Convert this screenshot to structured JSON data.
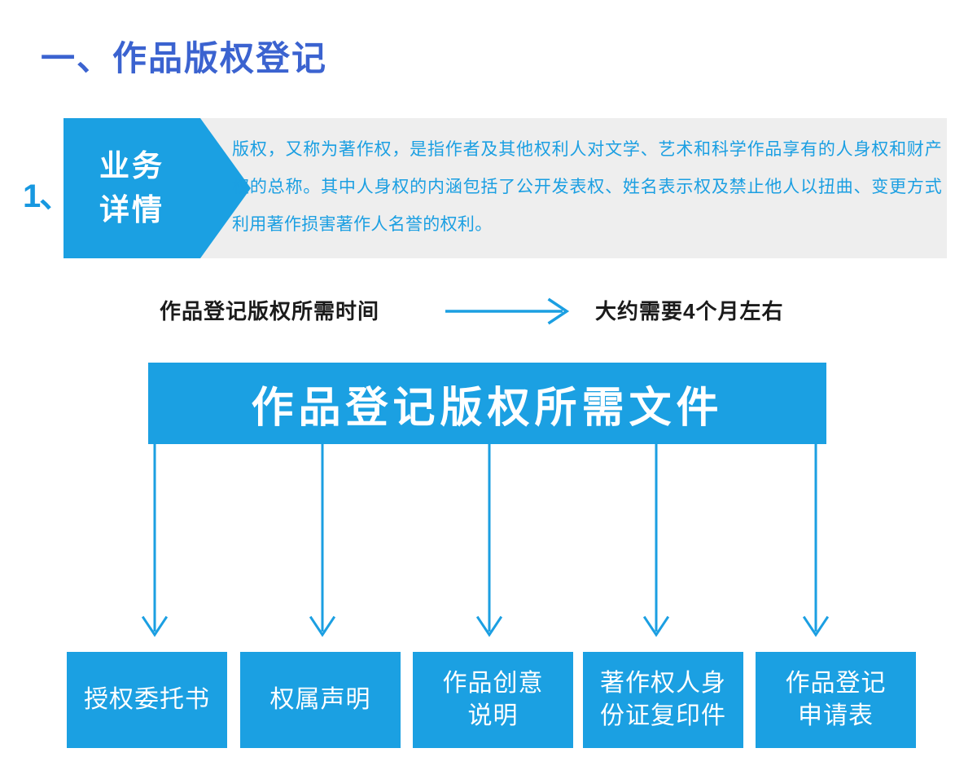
{
  "page": {
    "background_color": "#ffffff",
    "accent_blue": "#1ba0e2",
    "title_blue": "#3b63d0",
    "panel_gray": "#eeeeee"
  },
  "section": {
    "title": "一、作品版权登记"
  },
  "business_detail": {
    "index_label": "1、",
    "tab_line1": "业务",
    "tab_line2": "详情",
    "paragraph": "版权，又称为著作权，是指作者及其他权利人对文学、艺术和科学作品享有的人身权和财产权的总称。其中人身权的内涵包括了公开发表权、姓名表示权及禁止他人以扭曲、变更方式利用著作损害著作人名誉的权利。"
  },
  "timing": {
    "label": "作品登记版权所需时间",
    "arrow_icon": "right-arrow-icon",
    "value": "大约需要4个月左右"
  },
  "documents": {
    "header_title": "作品登记版权所需文件",
    "items": [
      {
        "label": "授权委托书"
      },
      {
        "label": "权属声明"
      },
      {
        "label": "作品创意\n说明"
      },
      {
        "label": "著作权人身\n份证复印件"
      },
      {
        "label": "作品登记\n申请表"
      }
    ]
  }
}
